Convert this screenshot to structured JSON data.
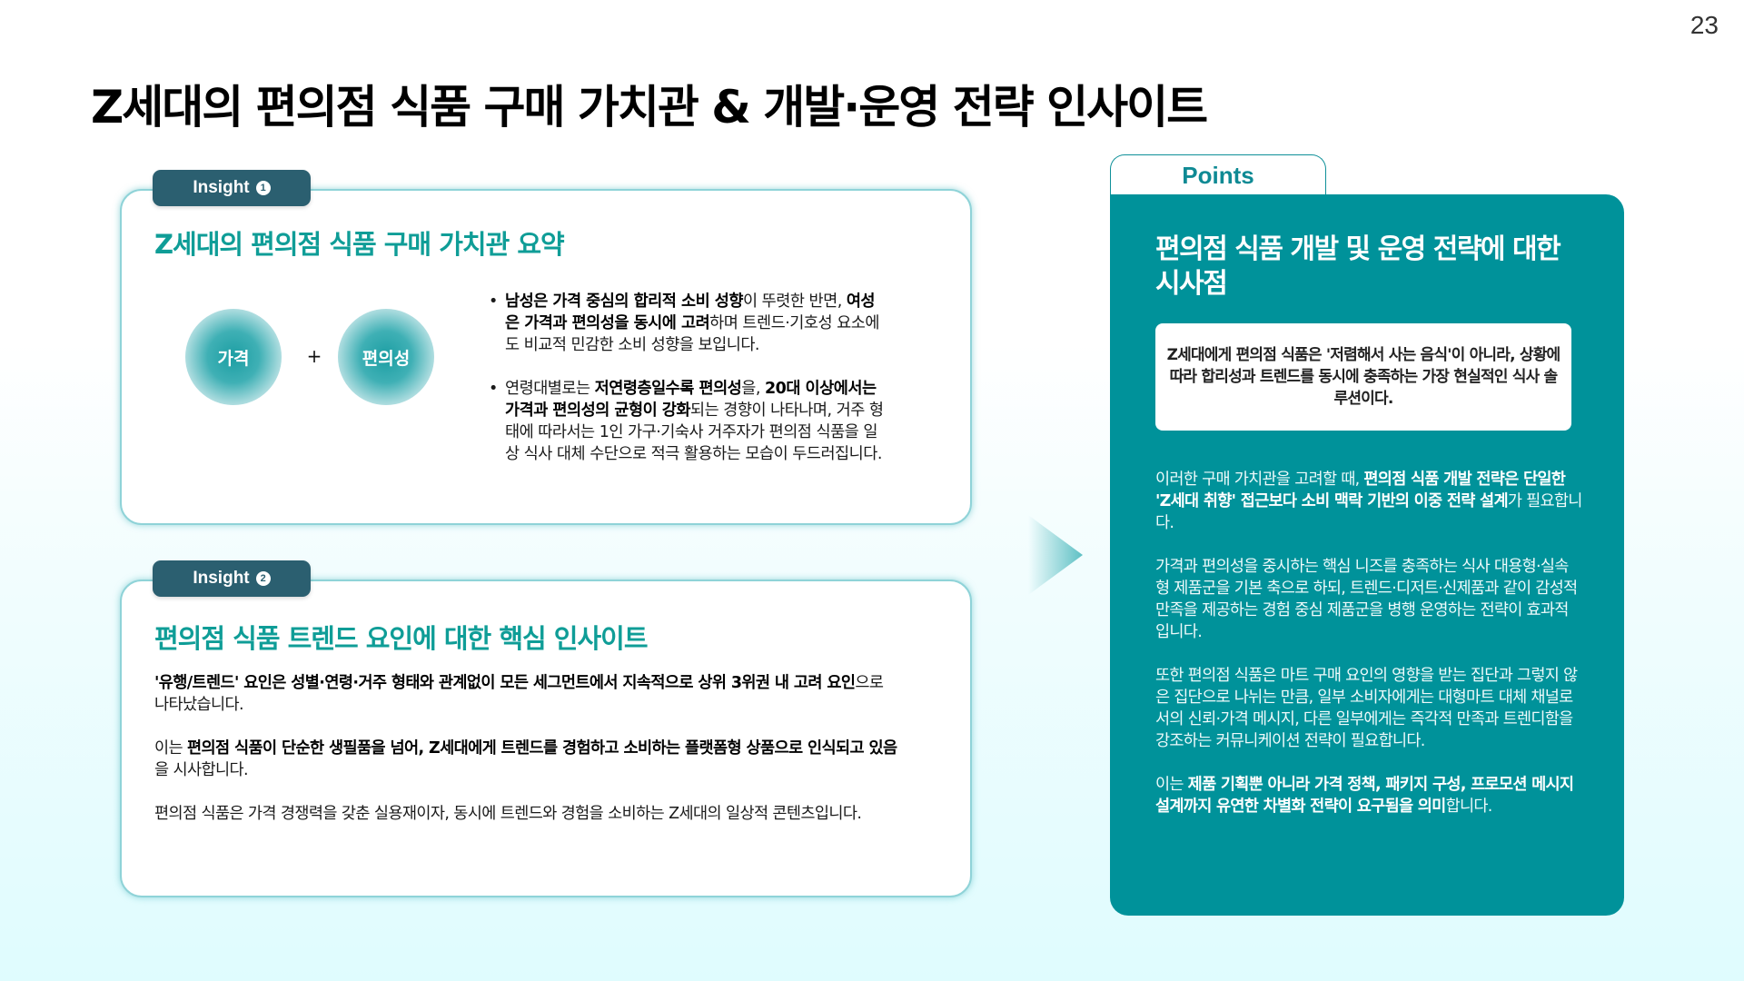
{
  "page": {
    "number": "23",
    "title": "Z세대의 편의점 식품 구매 가치관 & 개발·운영 전략 인사이트"
  },
  "insight1": {
    "badge_label": "Insight",
    "badge_number": "1",
    "title": "Z세대의 편의점 식품 구매 가치관 요약",
    "bubbles": [
      "가격",
      "편의성"
    ],
    "plus": "+",
    "bullets": [
      {
        "segments": [
          {
            "text": "남성은 가격 중심의 합리적 소비 성향",
            "bold": true
          },
          {
            "text": "이 뚜렷한 반면, ",
            "bold": false
          },
          {
            "text": "여성은 가격과 편의성을 동시에 고려",
            "bold": true
          },
          {
            "text": "하며 트렌드·기호성 요소에도 비교적 민감한 소비 성향을 보입니다.",
            "bold": false
          }
        ]
      },
      {
        "segments": [
          {
            "text": "연령대별로는 ",
            "bold": false
          },
          {
            "text": "저연령층일수록 편의성",
            "bold": true
          },
          {
            "text": "을, ",
            "bold": false
          },
          {
            "text": "20대 이상에서는 가격과 편의성의 균형이 강화",
            "bold": true
          },
          {
            "text": "되는 경향이 나타나며, 거주 형태에 따라서는 1인 가구·기숙사 거주자가 편의점 식품을 일상 식사 대체 수단으로 적극 활용하는 모습이 두드러집니다.",
            "bold": false
          }
        ]
      }
    ]
  },
  "insight2": {
    "badge_label": "Insight",
    "badge_number": "2",
    "title": "편의점 식품 트렌드 요인에 대한 핵심 인사이트",
    "paragraphs": [
      {
        "segments": [
          {
            "text": "'유행/트렌드' 요인은 성별·연령·거주 형태와 관계없이 모든 세그먼트에서 지속적으로 상위 3위권 내 고려 요인",
            "bold": true
          },
          {
            "text": "으로 나타났습니다.",
            "bold": false
          }
        ]
      },
      {
        "segments": [
          {
            "text": " 이는 ",
            "bold": false
          },
          {
            "text": "편의점 식품이 단순한 생필품을 넘어, Z세대에게 트렌드를 경험하고 소비하는 플랫폼형 상품으로 인식되고 있음",
            "bold": true
          },
          {
            "text": "을 시사합니다.",
            "bold": false
          }
        ]
      },
      {
        "segments": [
          {
            "text": " 편의점 식품은 가격 경쟁력을 갖춘 실용재이자, 동시에 트렌드와 경험을 소비하는 Z세대의 일상적 콘텐츠입니다.",
            "bold": false
          }
        ]
      }
    ]
  },
  "points": {
    "tab_label": "Points",
    "title": "편의점 식품 개발 및 운영 전략에 대한 시사점",
    "quote": "Z세대에게 편의점 식품은 '저렴해서 사는 음식'이 아니라, 상황에 따라 합리성과 트렌드를 동시에 충족하는 가장 현실적인 식사 솔루션이다.",
    "paragraphs": [
      {
        "segments": [
          {
            "text": " 이러한 구매 가치관을 고려할 때, ",
            "bold": false
          },
          {
            "text": "편의점 식품 개발 전략은 단일한 'Z세대 취향' 접근보다 소비 맥락 기반의 이중 전략 설계",
            "bold": true
          },
          {
            "text": "가 필요합니다.",
            "bold": false
          }
        ]
      },
      {
        "segments": [
          {
            "text": " 가격과 편의성을 중시하는 핵심 니즈를 충족하는 식사 대용형·실속형 제품군을 기본 축으로 하되, 트렌드·디저트·신제품과 같이 감성적 만족을 제공하는 경험 중심 제품군을 병행 운영하는 전략이 효과적입니다.",
            "bold": false
          }
        ]
      },
      {
        "segments": [
          {
            "text": " 또한 편의점 식품은 마트 구매 요인의 영향을 받는 집단과 그렇지 않은 집단으로 나뉘는 만큼, 일부 소비자에게는 대형마트 대체 채널로서의 신뢰·가격 메시지, 다른 일부에게는 즉각적 만족과 트렌디함을 강조하는 커뮤니케이션 전략이 필요합니다.",
            "bold": false
          }
        ]
      },
      {
        "segments": [
          {
            "text": " 이는 ",
            "bold": false
          },
          {
            "text": "제품 기획뿐 아니라 가격 정책, 패키지 구성, 프로모션 메시지 설계까지 유연한 차별화 전략이 요구됨을 의미",
            "bold": true
          },
          {
            "text": "합니다.",
            "bold": false
          }
        ]
      }
    ]
  },
  "colors": {
    "accent_teal": "#0f9d97",
    "panel_teal": "#00929a",
    "badge_navy": "#2b5f70",
    "card_border": "#8fd3d8"
  }
}
